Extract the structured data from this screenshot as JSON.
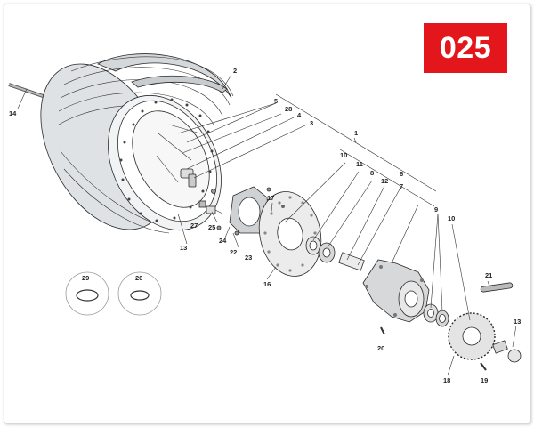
{
  "page_badge": "025",
  "callouts": [
    {
      "id": "c1",
      "text": "1"
    },
    {
      "id": "c2",
      "text": "2"
    },
    {
      "id": "c3",
      "text": "3"
    },
    {
      "id": "c4",
      "text": "4"
    },
    {
      "id": "c5",
      "text": "5"
    },
    {
      "id": "c6",
      "text": "6"
    },
    {
      "id": "c7",
      "text": "7"
    },
    {
      "id": "c8",
      "text": "8"
    },
    {
      "id": "c9",
      "text": "9"
    },
    {
      "id": "c10a",
      "text": "10"
    },
    {
      "id": "c10b",
      "text": "10"
    },
    {
      "id": "c11",
      "text": "11"
    },
    {
      "id": "c12",
      "text": "12"
    },
    {
      "id": "c13a",
      "text": "13"
    },
    {
      "id": "c13b",
      "text": "13"
    },
    {
      "id": "c14",
      "text": "14"
    },
    {
      "id": "c16",
      "text": "16"
    },
    {
      "id": "c17",
      "text": "17"
    },
    {
      "id": "c18",
      "text": "18"
    },
    {
      "id": "c19",
      "text": "19"
    },
    {
      "id": "c20",
      "text": "20"
    },
    {
      "id": "c21",
      "text": "21"
    },
    {
      "id": "c22",
      "text": "22"
    },
    {
      "id": "c23",
      "text": "23"
    },
    {
      "id": "c24",
      "text": "24"
    },
    {
      "id": "c25",
      "text": "25"
    },
    {
      "id": "c26",
      "text": "26"
    },
    {
      "id": "c27",
      "text": "27"
    },
    {
      "id": "c28",
      "text": "28"
    },
    {
      "id": "c29",
      "text": "29"
    }
  ],
  "colors": {
    "badge": "#e2161b",
    "tire": "#dfe2e4",
    "line": "#2a2a2a"
  }
}
